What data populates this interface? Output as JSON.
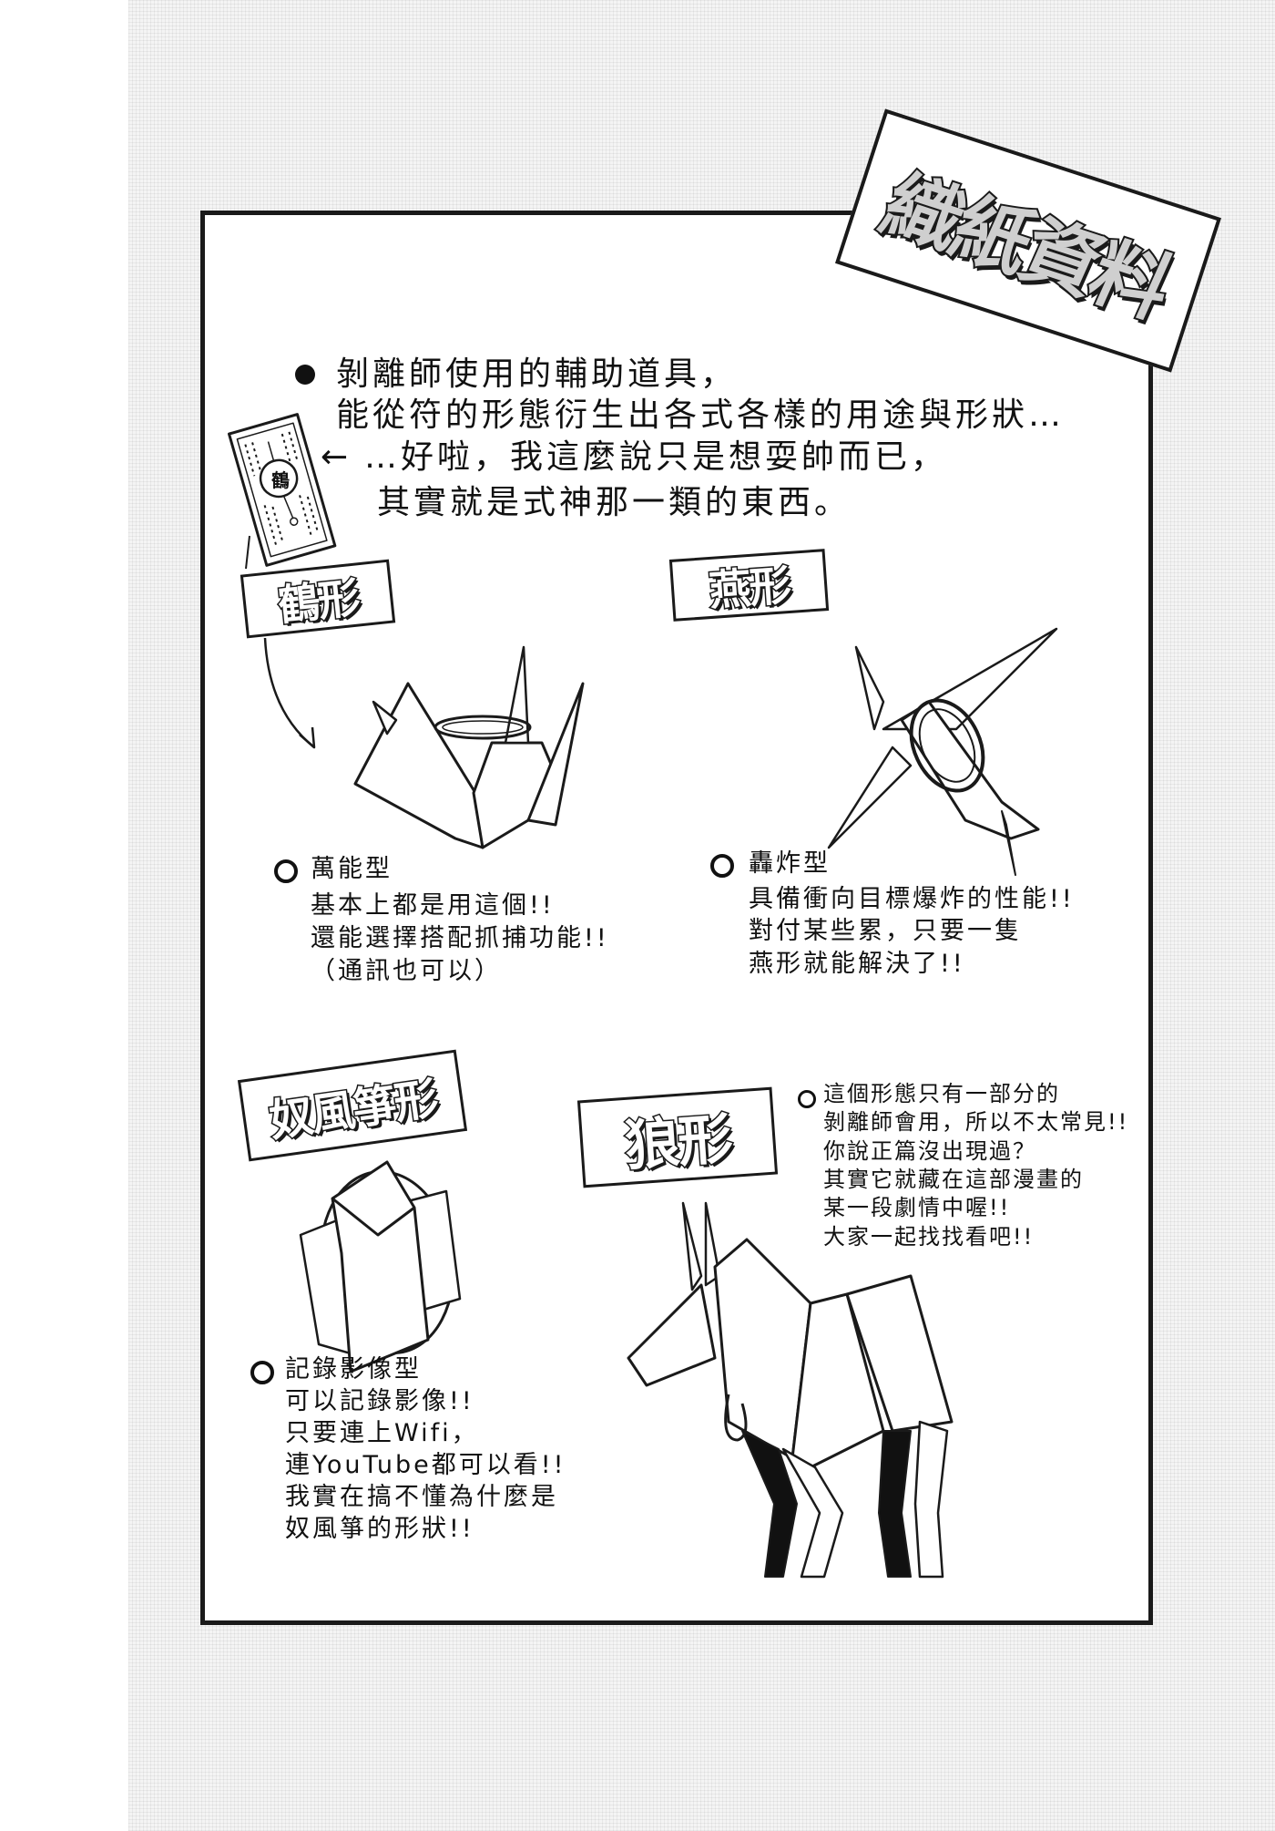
{
  "title": "織紙資料",
  "intro": {
    "lines": [
      "剝離師使用的輔助道具，",
      "能從符的形態衍生出各式各樣的用途與形狀…",
      "…好啦，我這麼說只是想耍帥而已，",
      "其實就是式神那一類的東西。"
    ],
    "arrow": "←",
    "talisman_char": "鶴"
  },
  "forms": [
    {
      "label": "鶴形",
      "type": "萬能型",
      "desc": [
        "基本上都是用這個!!",
        "還能選擇搭配抓捕功能!!",
        "（通訊也可以）"
      ]
    },
    {
      "label": "燕形",
      "type": "轟炸型",
      "desc": [
        "具備衝向目標爆炸的性能!!",
        "對付某些累，只要一隻",
        "燕形就能解決了!!"
      ]
    },
    {
      "label": "奴風箏形",
      "type": "記錄影像型",
      "desc": [
        "可以記錄影像!!",
        "只要連上Wifi，",
        "連YouTube都可以看!!",
        "我實在搞不懂為什麼是",
        "奴風箏的形狀!!"
      ]
    },
    {
      "label": "狼形",
      "desc": [
        "這個形態只有一部分的",
        "剝離師會用，所以不太常見!!",
        "你說正篇沒出現過？",
        "其實它就藏在這部漫畫的",
        "某一段劇情中喔!!",
        "大家一起找找看吧!!"
      ]
    }
  ]
}
